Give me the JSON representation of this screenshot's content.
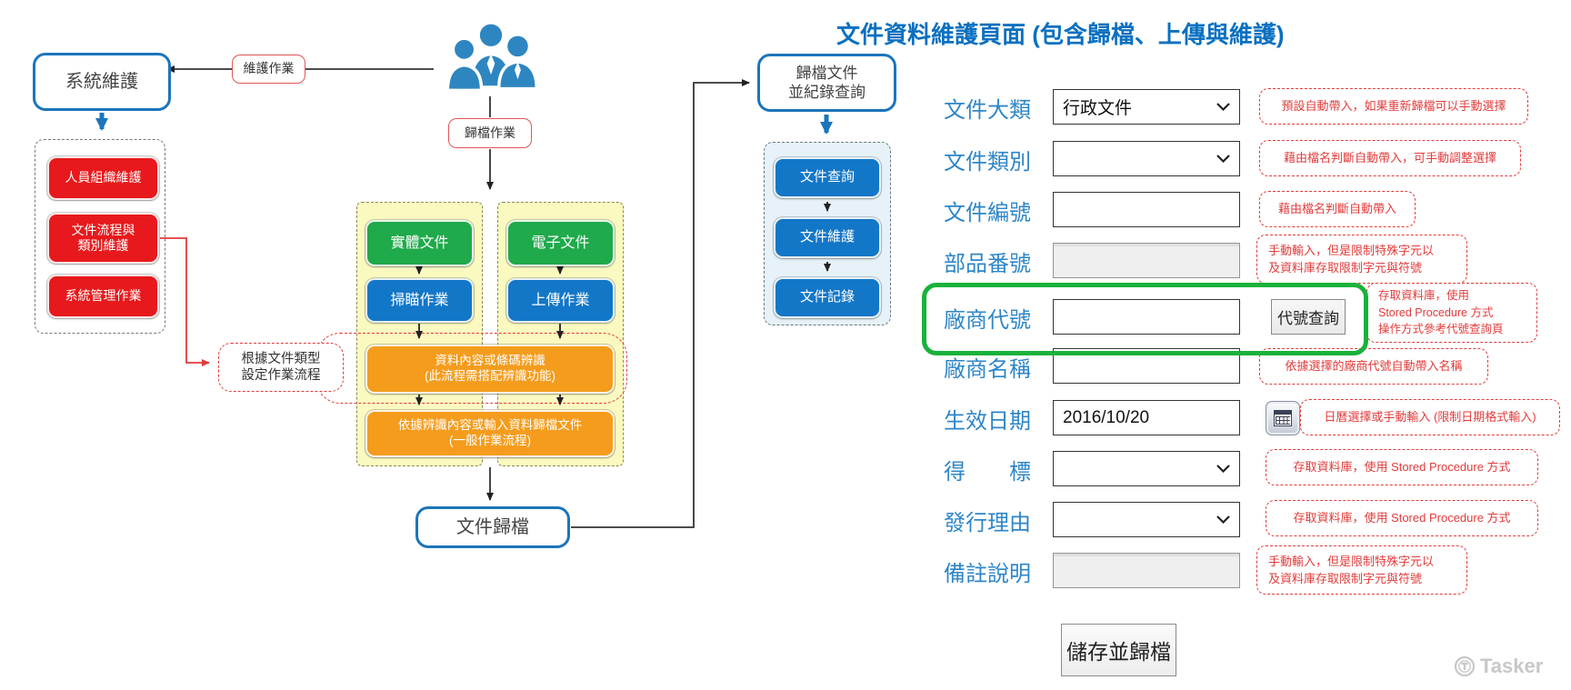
{
  "title": "文件資料維護頁面 (包含歸檔、上傳與維護)",
  "diagram": {
    "people_icon": "users-group-icon",
    "system_maintenance": "系統維護",
    "maintain_op": "維護作業",
    "archive_op": "歸檔作業",
    "red_items": [
      "人員組織維護",
      "文件流程與\n類別維護",
      "系統管理作業"
    ],
    "process_note": "根據文件類型\n設定作業流程",
    "physical_doc": "實體文件",
    "electronic_doc": "電子文件",
    "scan_op": "掃瞄作業",
    "upload_op": "上傳作業",
    "recognize": "資料內容或條碼辨識\n(此流程需搭配辨識功能)",
    "archive_input": "依據辨識內容或輸入資料歸檔文件\n(一般作業流程)",
    "doc_archive": "文件歸檔",
    "archive_query": "歸檔文件\n並紀錄查詢",
    "query_items": [
      "文件查詢",
      "文件維護",
      "文件記錄"
    ]
  },
  "form": {
    "rows": [
      {
        "label": "文件大類",
        "type": "select",
        "value": "行政文件",
        "note": "預設自動帶入，如果重新歸檔可以手動選擇"
      },
      {
        "label": "文件類別",
        "type": "select",
        "value": "",
        "note": "藉由檔名判斷自動帶入，可手動調整選擇"
      },
      {
        "label": "文件編號",
        "type": "text",
        "value": "",
        "note": "藉由檔名判斷自動帶入"
      },
      {
        "label": "部品番號",
        "type": "text-disabled",
        "value": "",
        "note": "手動輸入，但是限制特殊字元以\n及資料庫存取限制字元與符號"
      },
      {
        "label": "廠商代號",
        "type": "text",
        "value": "",
        "note": "存取資料庫，使用\nStored Procedure 方式\n操作方式參考代號查詢頁"
      },
      {
        "label": "廠商名稱",
        "type": "text",
        "value": "",
        "note": "依據選擇的廠商代號自動帶入名稱"
      },
      {
        "label": "生效日期",
        "type": "date",
        "value": "2016/10/20",
        "note": "日曆選擇或手動輸入 (限制日期格式輸入)"
      },
      {
        "label": "得標",
        "type": "select",
        "value": "",
        "note": "存取資料庫，使用 Stored Procedure 方式"
      },
      {
        "label": "發行理由",
        "type": "select",
        "value": "",
        "note": "存取資料庫，使用 Stored Procedure 方式"
      },
      {
        "label": "備註說明",
        "type": "text-disabled",
        "value": "",
        "note": "手動輸入，但是限制特殊字元以\n及資料庫存取限制字元與符號"
      }
    ],
    "lookup_button": "代號查詢",
    "save_button": "儲存並歸檔",
    "calendar_icon": "calendar-icon"
  },
  "watermark": "Tasker",
  "colors": {
    "title_blue": "#0A70C0",
    "label_blue": "#2E86C8",
    "note_red": "#E23B3B",
    "highlight_green": "#19B23B",
    "box_blue": "#1377C8",
    "box_green": "#1FAA4B",
    "box_orange": "#F59C1D",
    "box_red": "#E8191C",
    "outline_blue": "#1B75BB"
  }
}
